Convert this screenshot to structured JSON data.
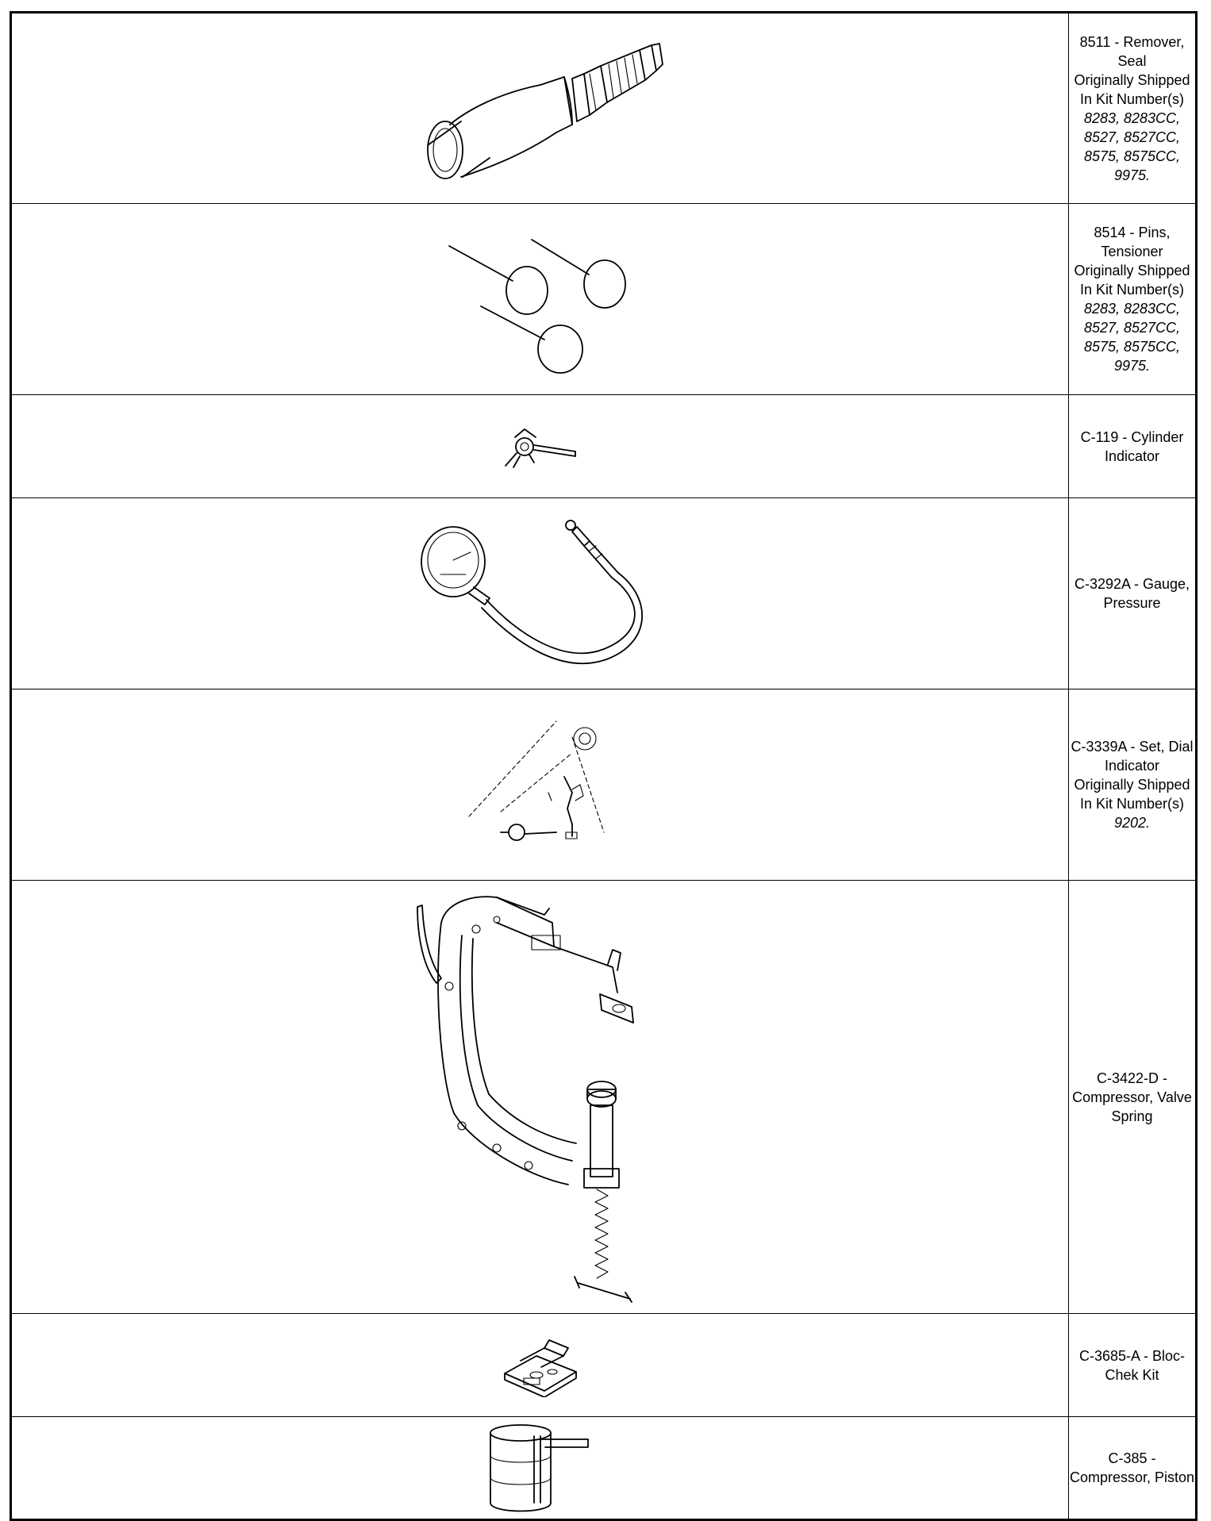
{
  "tools": [
    {
      "icon": "seal-remover-icon",
      "name": "8511 - Remover, Seal",
      "note": "Originally Shipped In Kit Number(s) ",
      "kits": "8283, 8283CC, 8527, 8527CC, 8575, 8575CC, 9975."
    },
    {
      "icon": "tensioner-pins-icon",
      "name": "8514 - Pins, Tensioner",
      "note": "Originally Shipped In Kit Number(s) ",
      "kits": "8283, 8283CC, 8527, 8527CC, 8575, 8575CC, 9975."
    },
    {
      "icon": "cylinder-indicator-icon",
      "name": "C-119 - Cylinder Indicator",
      "note": "",
      "kits": ""
    },
    {
      "icon": "pressure-gauge-icon",
      "name": "C-3292A - Gauge, Pressure",
      "note": "",
      "kits": ""
    },
    {
      "icon": "dial-indicator-set-icon",
      "name": "C-3339A - Set, Dial Indicator",
      "note": "Originally Shipped In Kit Number(s) ",
      "kits": "9202."
    },
    {
      "icon": "valve-spring-compressor-icon",
      "name": "C-3422-D - Compressor, Valve Spring",
      "note": "",
      "kits": ""
    },
    {
      "icon": "bloc-chek-kit-icon",
      "name": "C-3685-A - Bloc-Chek Kit",
      "note": "",
      "kits": ""
    },
    {
      "icon": "piston-compressor-icon",
      "name": "C-385 - Compressor, Piston",
      "note": "",
      "kits": ""
    }
  ]
}
